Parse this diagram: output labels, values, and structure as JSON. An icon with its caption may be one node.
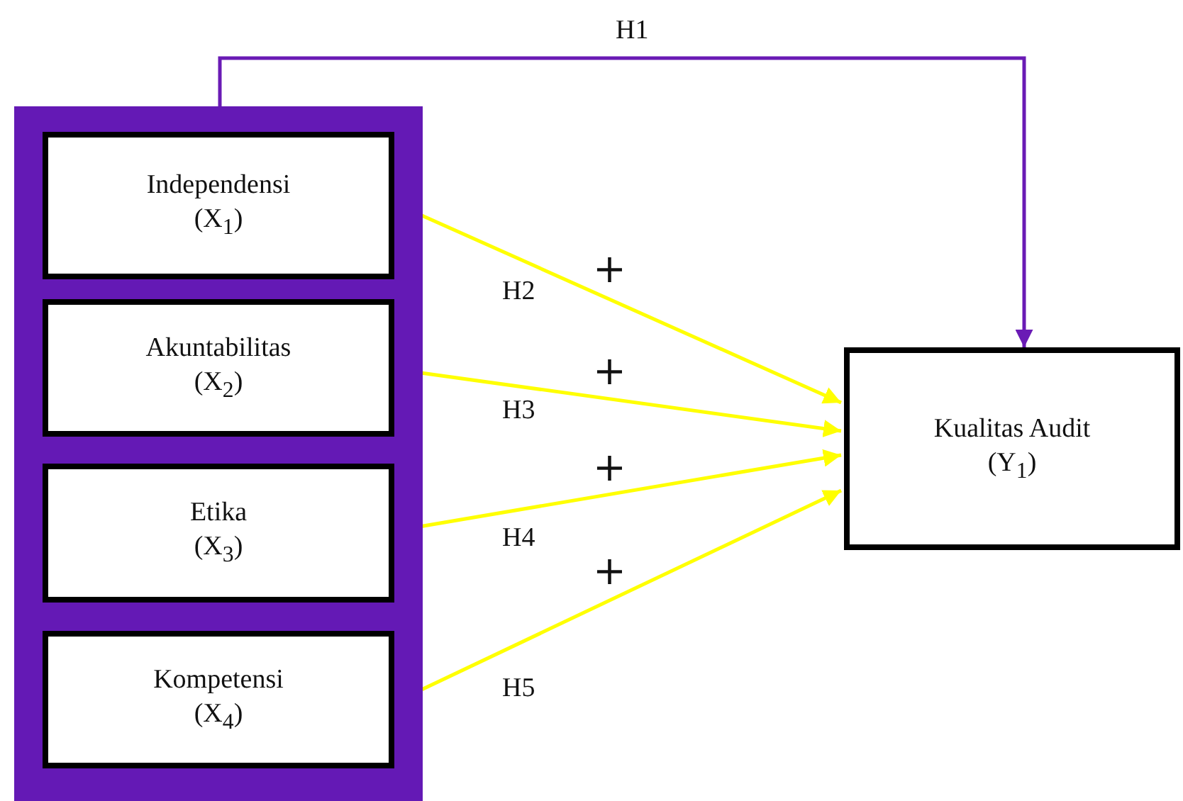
{
  "diagram": {
    "nodes": [
      {
        "text": [],
        "shape": "box"
      },
      {
        "text": [
          "Independensi",
          "(X$_{1}$)"
        ],
        "in": 0
      },
      {
        "text": [
          "Akuntabilitas",
          "(X$_{2}$)"
        ],
        "in": 0
      },
      {
        "text": [
          "Etika",
          "(X$_{3}$)"
        ],
        "in": 0
      },
      {
        "text": [
          "Kompetensi",
          "(X$_{4}$)"
        ],
        "in": 0
      },
      {
        "text": [
          "Kualitas Audit",
          "(Y$_{1}$)"
        ]
      }
    ],
    "edges": [
      {
        "from": 0,
        "to": 5,
        "arrow": "to",
        "label": "H1",
        "color": "#6a1bb5"
      },
      {
        "from": 1,
        "to": 5,
        "arrow": "to",
        "label": "H2"
      },
      {
        "from": 2,
        "to": 5,
        "arrow": "to",
        "label": "H3"
      },
      {
        "from": 3,
        "to": 5,
        "arrow": "to",
        "label": "H4"
      },
      {
        "from": 4,
        "to": 5,
        "arrow": "to",
        "label": "H5"
      }
    ],
    "labels": [
      "+",
      "+",
      "+",
      "+"
    ]
  }
}
